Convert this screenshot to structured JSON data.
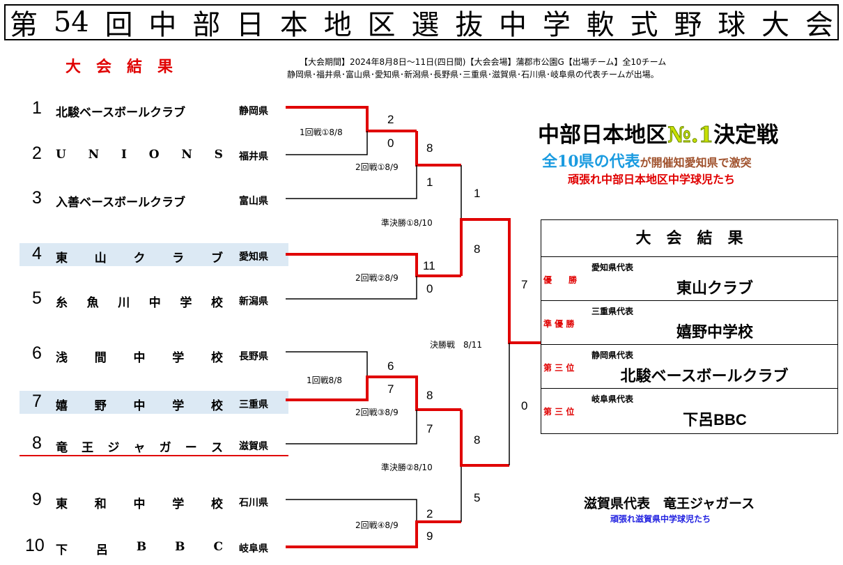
{
  "title_chars": [
    "第",
    "54",
    "回",
    "中",
    "部",
    "日",
    "本",
    "地",
    "区",
    "選",
    "抜",
    "中",
    "学",
    "軟",
    "式",
    "野",
    "球",
    "大",
    "会"
  ],
  "results_heading": "大　会　結　果",
  "info_line1": "【大会期間】2024年8月8日～11日(四日間)【大会会場】蒲郡市公園G【出場チーム】全10チーム",
  "info_line2": "静岡県･福井県･富山県･愛知県･新潟県･長野県･三重県･滋賀県･石川県･岐阜県の代表チームが出場。",
  "teams": [
    {
      "num": "1",
      "chars": [
        "北駿ベースボールクラブ"
      ],
      "pref": "静岡県"
    },
    {
      "num": "2",
      "chars": [
        "U",
        "N",
        "I",
        "O",
        "N",
        "S"
      ],
      "pref": "福井県"
    },
    {
      "num": "3",
      "chars": [
        "入善ベースボールクラブ"
      ],
      "pref": "富山県"
    },
    {
      "num": "4",
      "chars": [
        "東",
        "山",
        "ク",
        "ラ",
        "ブ"
      ],
      "pref": "愛知県"
    },
    {
      "num": "5",
      "chars": [
        "糸",
        "魚",
        "川",
        "中",
        "学",
        "校"
      ],
      "pref": "新潟県"
    },
    {
      "num": "6",
      "chars": [
        "浅",
        "間",
        "中",
        "学",
        "校"
      ],
      "pref": "長野県"
    },
    {
      "num": "7",
      "chars": [
        "嬉",
        "野",
        "中",
        "学",
        "校"
      ],
      "pref": "三重県"
    },
    {
      "num": "8",
      "chars": [
        "竜",
        "王",
        "ジ",
        "ャ",
        "ガ",
        "ー",
        "ス"
      ],
      "pref": "滋賀県"
    },
    {
      "num": "9",
      "chars": [
        "東",
        "和",
        "中",
        "学",
        "校"
      ],
      "pref": "石川県"
    },
    {
      "num": "10",
      "chars": [
        "下",
        "呂",
        "B",
        "B",
        "C"
      ],
      "pref": "岐阜県"
    }
  ],
  "rounds": {
    "r1_1": "1回戦①8/8",
    "r2_1": "2回戦①8/9",
    "r2_2": "2回戦②8/9",
    "r1_2": "1回戦8/8",
    "r2_3": "2回戦③8/9",
    "r2_4": "2回戦④8/9",
    "sf_1": "準決勝①8/10",
    "sf_2": "準決勝②8/10",
    "final": "決勝戦　8/11"
  },
  "scores": {
    "s1a": "2",
    "s1b": "0",
    "s2a": "8",
    "s2b": "1",
    "s3a": "11",
    "s3b": "0",
    "s4a": "6",
    "s4b": "7",
    "s5a": "8",
    "s5b": "7",
    "s6a": "2",
    "s6b": "9",
    "sf1a": "1",
    "sf1b": "8",
    "sf2a": "8",
    "sf2b": "5",
    "fa": "7",
    "fb": "0"
  },
  "headline": {
    "line1_pre": "中部日本地区",
    "line1_no": "№.1",
    "line1_post": "決定戦",
    "line2_blue": "全10県の代表",
    "line2_rest": "が開催知愛知県で激突",
    "line3": "頑張れ中部日本地区中学球児たち"
  },
  "results_box": {
    "header": "大　会　結　果",
    "rows": [
      {
        "label": "優　　勝",
        "pref": "愛知県代表",
        "team": "東山クラブ"
      },
      {
        "label": "準 優 勝",
        "pref": "三重県代表",
        "team": "嬉野中学校"
      },
      {
        "label": "第 三 位",
        "pref": "静岡県代表",
        "team": "北駿ベースボールクラブ"
      },
      {
        "label": "第 三 位",
        "pref": "岐阜県代表",
        "team": "下呂BBC"
      }
    ]
  },
  "footer": {
    "line1": "滋賀県代表　竜王ジャガース",
    "line2": "頑張れ滋賀県中学球児たち"
  },
  "colors": {
    "win_line": "#e00000",
    "lose_line": "#000000",
    "highlight": "#dce9f4",
    "blue_text": "#1a9be0",
    "brand_red": "#e00000"
  }
}
